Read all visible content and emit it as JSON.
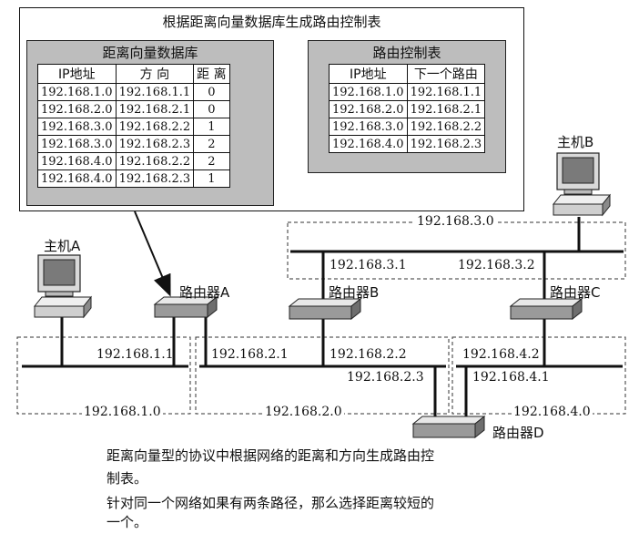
{
  "panel": {
    "title": "根据距离向量数据库生成路由控制表",
    "db": {
      "caption": "距离向量数据库",
      "headers": [
        "IP地址",
        "方 向",
        "距 离"
      ],
      "rows": [
        [
          "192.168.1.0",
          "192.168.1.1",
          "0"
        ],
        [
          "192.168.2.0",
          "192.168.2.1",
          "0"
        ],
        [
          "192.168.3.0",
          "192.168.2.2",
          "1"
        ],
        [
          "192.168.3.0",
          "192.168.2.3",
          "2"
        ],
        [
          "192.168.4.0",
          "192.168.2.2",
          "2"
        ],
        [
          "192.168.4.0",
          "192.168.2.3",
          "1"
        ]
      ]
    },
    "rt": {
      "caption": "路由控制表",
      "headers": [
        "IP地址",
        "下一个路由"
      ],
      "rows": [
        [
          "192.168.1.0",
          "192.168.1.1"
        ],
        [
          "192.168.2.0",
          "192.168.2.1"
        ],
        [
          "192.168.3.0",
          "192.168.2.2"
        ],
        [
          "192.168.4.0",
          "192.168.2.3"
        ]
      ]
    }
  },
  "hosts": {
    "a": "主机A",
    "b": "主机B"
  },
  "routers": {
    "a": "路由器A",
    "b": "路由器B",
    "c": "路由器C",
    "d": "路由器D"
  },
  "networks": {
    "net1": "192.168.1.0",
    "net2": "192.168.2.0",
    "net3": "192.168.3.0",
    "net4": "192.168.4.0"
  },
  "interfaces": {
    "ra_net1": "192.168.1.1",
    "ra_net2": "192.168.2.1",
    "rb_net2": "192.168.2.2",
    "rd_net2": "192.168.2.3",
    "rb_net3": "192.168.3.1",
    "rc_net3": "192.168.3.2",
    "rc_net4": "192.168.4.2",
    "rd_net4": "192.168.4.1"
  },
  "notes": {
    "line1": "距离向量型的协议中根据网络的距离和方向生成路由控",
    "line2": "制表。",
    "line3": "针对同一个网络如果有两条路径，那么选择距离较短的",
    "line4": "一个。"
  }
}
